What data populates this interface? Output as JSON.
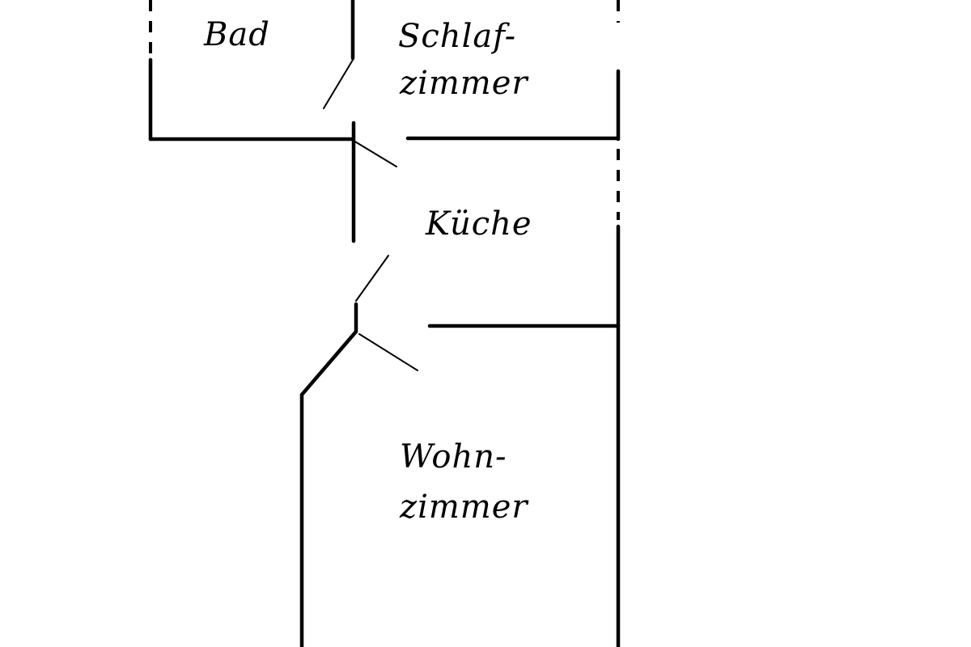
{
  "rooms": {
    "bad": {
      "label": "Bad"
    },
    "schlafzimmer": {
      "line1": "Schlaf-",
      "line2": "zimmer"
    },
    "kueche": {
      "label": "Küche"
    },
    "wohnzimmer": {
      "line1": "Wohn-",
      "line2": "zimmer"
    }
  },
  "colors": {
    "background": "#ffffff",
    "lines": "#000000"
  }
}
